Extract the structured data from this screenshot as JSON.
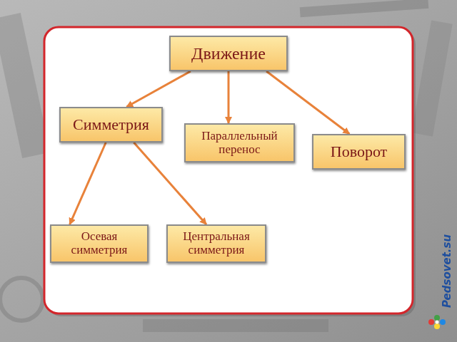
{
  "diagram": {
    "nodes": [
      {
        "text": [
          "Движение"
        ]
      },
      {
        "text": [
          "Симметрия"
        ]
      },
      {
        "text": [
          "Параллельный перенос"
        ]
      },
      {
        "text": [
          "Поворот"
        ]
      },
      {
        "text": [
          "Осевая симметрия"
        ]
      },
      {
        "text": [
          "Центральная симметрия"
        ]
      }
    ],
    "edges": [
      {
        "from": 0,
        "to": 1,
        "arrow": "to"
      },
      {
        "from": 0,
        "to": 2,
        "arrow": "to"
      },
      {
        "from": 0,
        "to": 3,
        "arrow": "to"
      },
      {
        "from": 1,
        "to": 4,
        "arrow": "to"
      },
      {
        "from": 1,
        "to": 5,
        "arrow": "to"
      }
    ],
    "labels": [
      "Pedsovet.su"
    ]
  }
}
